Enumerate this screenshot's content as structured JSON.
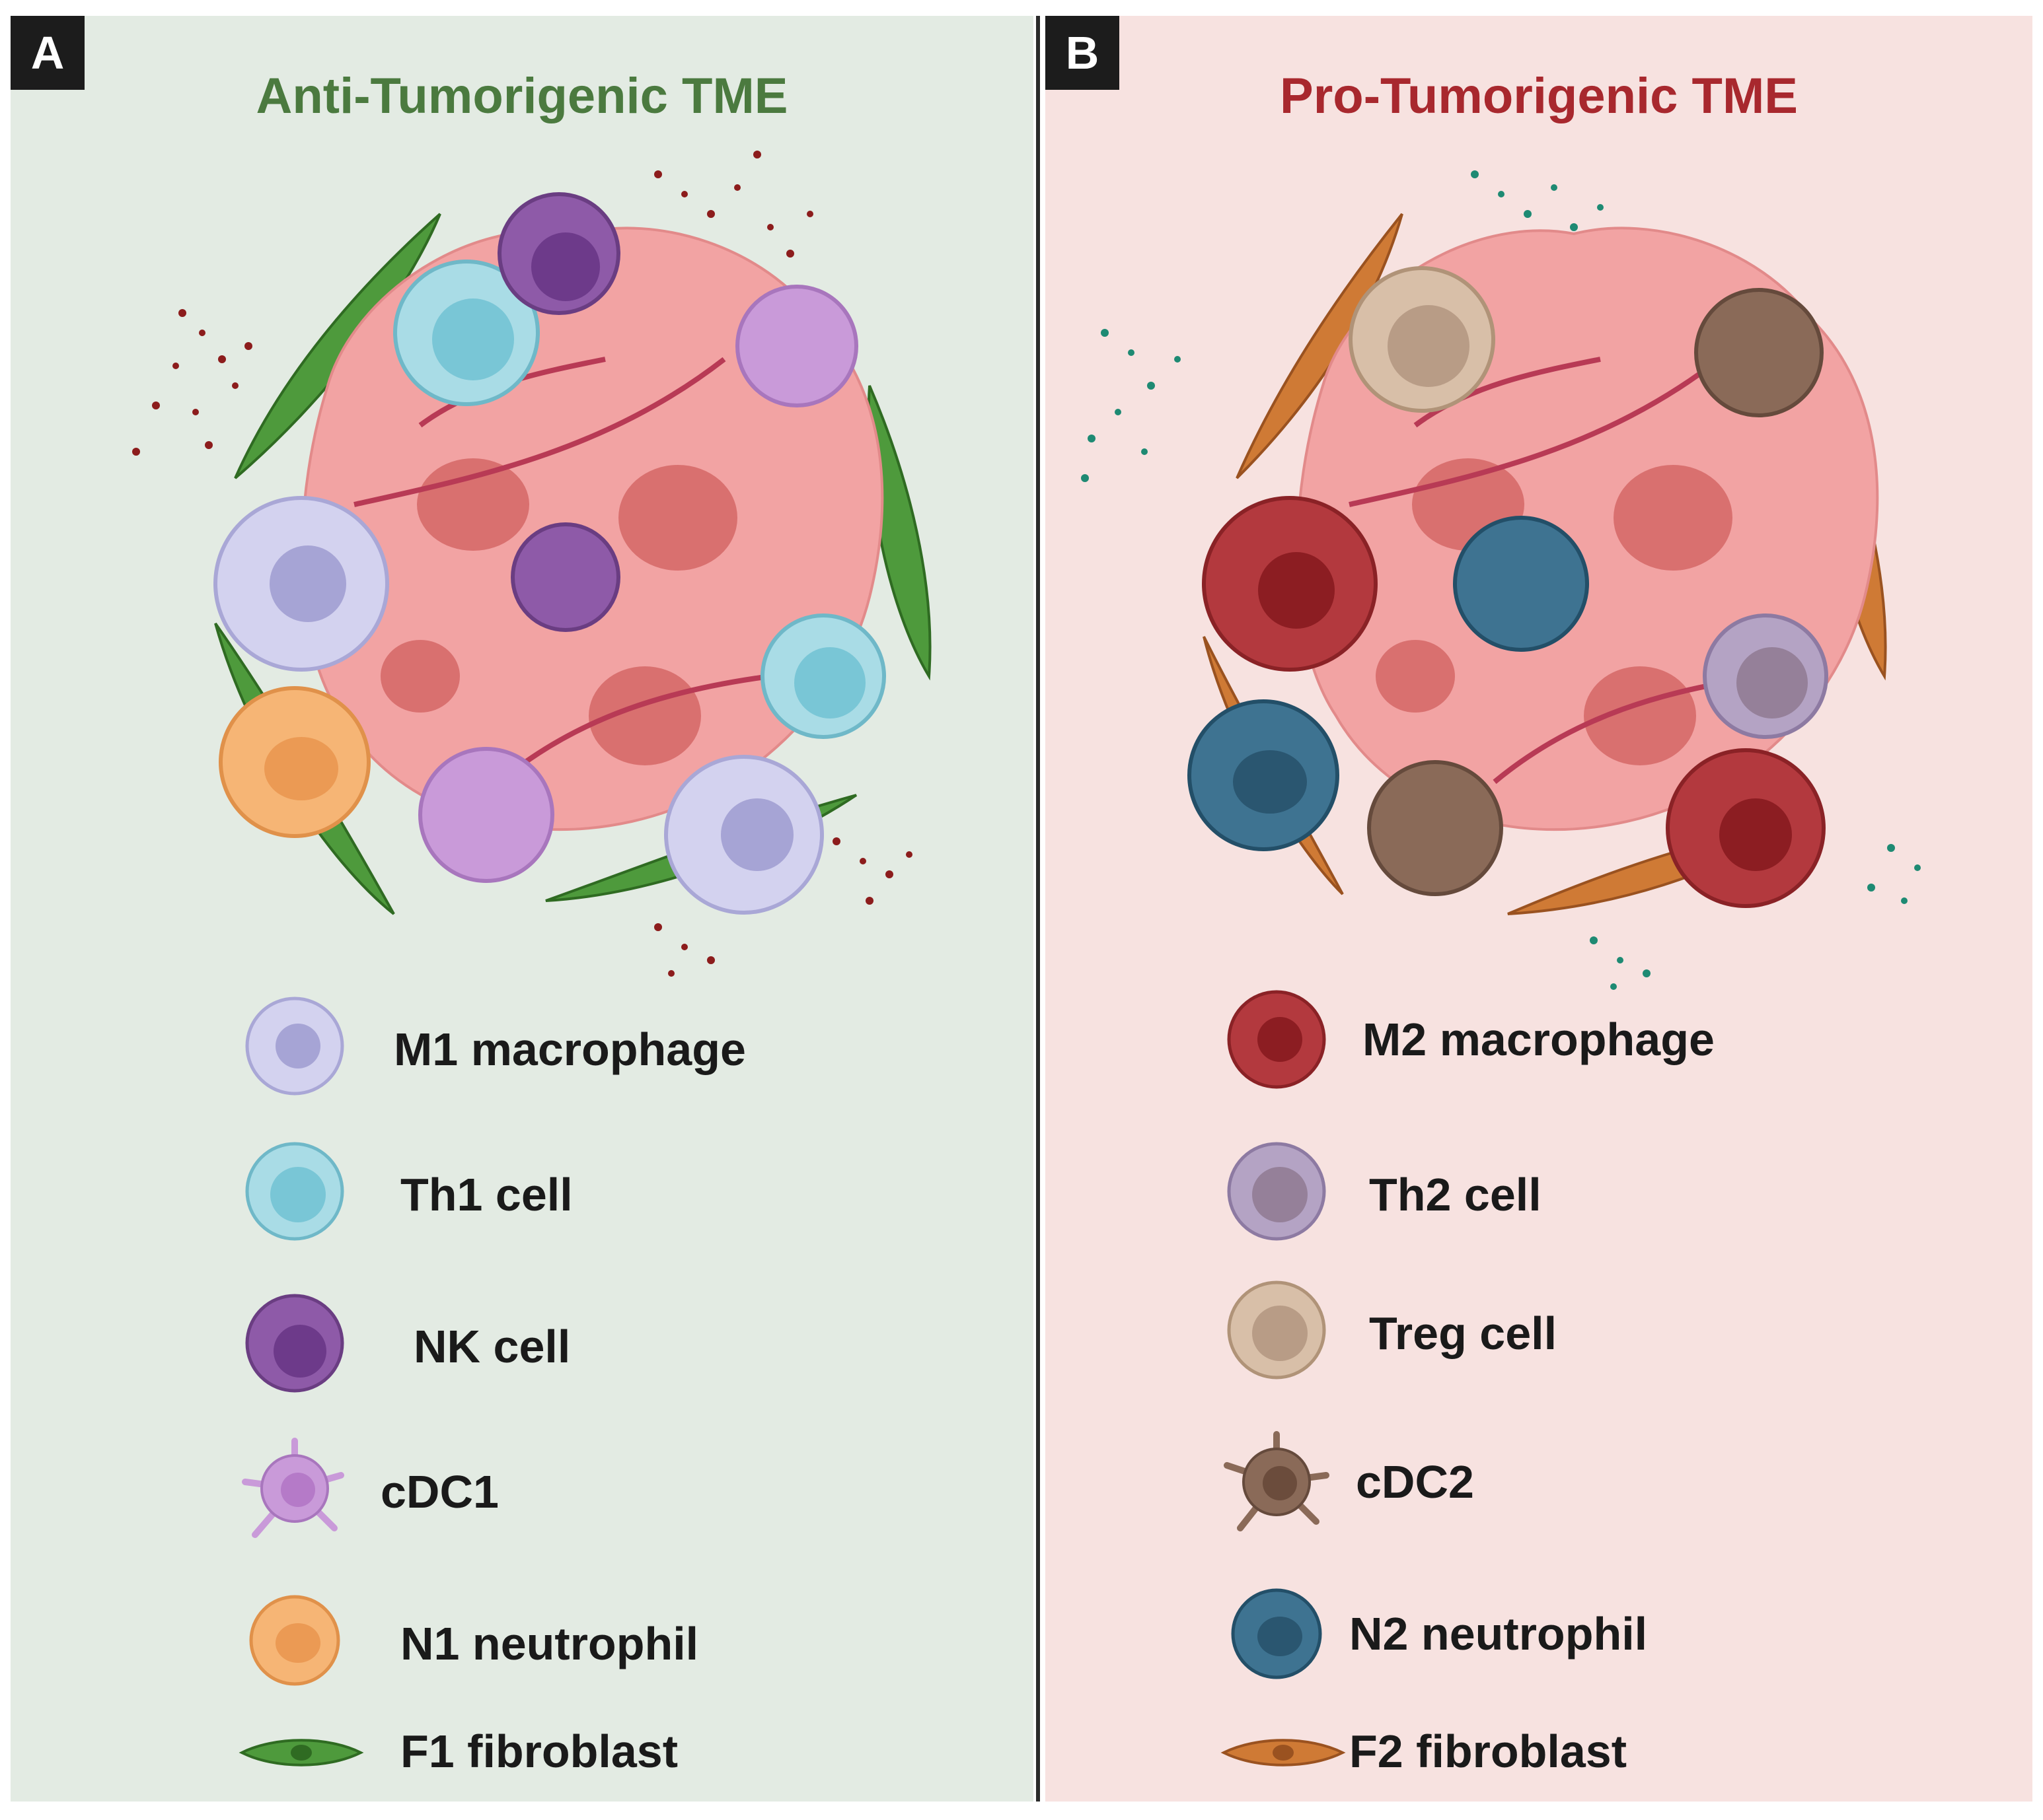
{
  "panels": [
    {
      "letter": "A",
      "title": "Anti-Tumorigenic TME",
      "background": "#e3ebe3",
      "title_color": "#4b7a3f",
      "legend": [
        {
          "icon": "m1-macrophage-icon",
          "label": "M1 macrophage"
        },
        {
          "icon": "th1-cell-icon",
          "label": "Th1 cell"
        },
        {
          "icon": "nk-cell-icon",
          "label": "NK cell"
        },
        {
          "icon": "cdc1-icon",
          "label": "cDC1"
        },
        {
          "icon": "n1-neutrophil-icon",
          "label": "N1 neutrophil"
        },
        {
          "icon": "f1-fibroblast-icon",
          "label": "F1 fibroblast"
        }
      ]
    },
    {
      "letter": "B",
      "title": "Pro-Tumorigenic TME",
      "background": "#f7e2e0",
      "title_color": "#a8282e",
      "legend": [
        {
          "icon": "m2-macrophage-icon",
          "label": "M2 macrophage"
        },
        {
          "icon": "th2-cell-icon",
          "label": "Th2 cell"
        },
        {
          "icon": "treg-cell-icon",
          "label": "Treg cell"
        },
        {
          "icon": "cdc2-icon",
          "label": "cDC2"
        },
        {
          "icon": "n2-neutrophil-icon",
          "label": "N2 neutrophil"
        },
        {
          "icon": "f2-fibroblast-icon",
          "label": "F2 fibroblast"
        }
      ]
    }
  ],
  "colors": {
    "tumor": "#f2a3a3",
    "tumor_nucleus": "#d9706f",
    "vessel": "#b83a55",
    "cytokine_a": "#8c1c1c",
    "cytokine_b": "#1e8a73"
  }
}
